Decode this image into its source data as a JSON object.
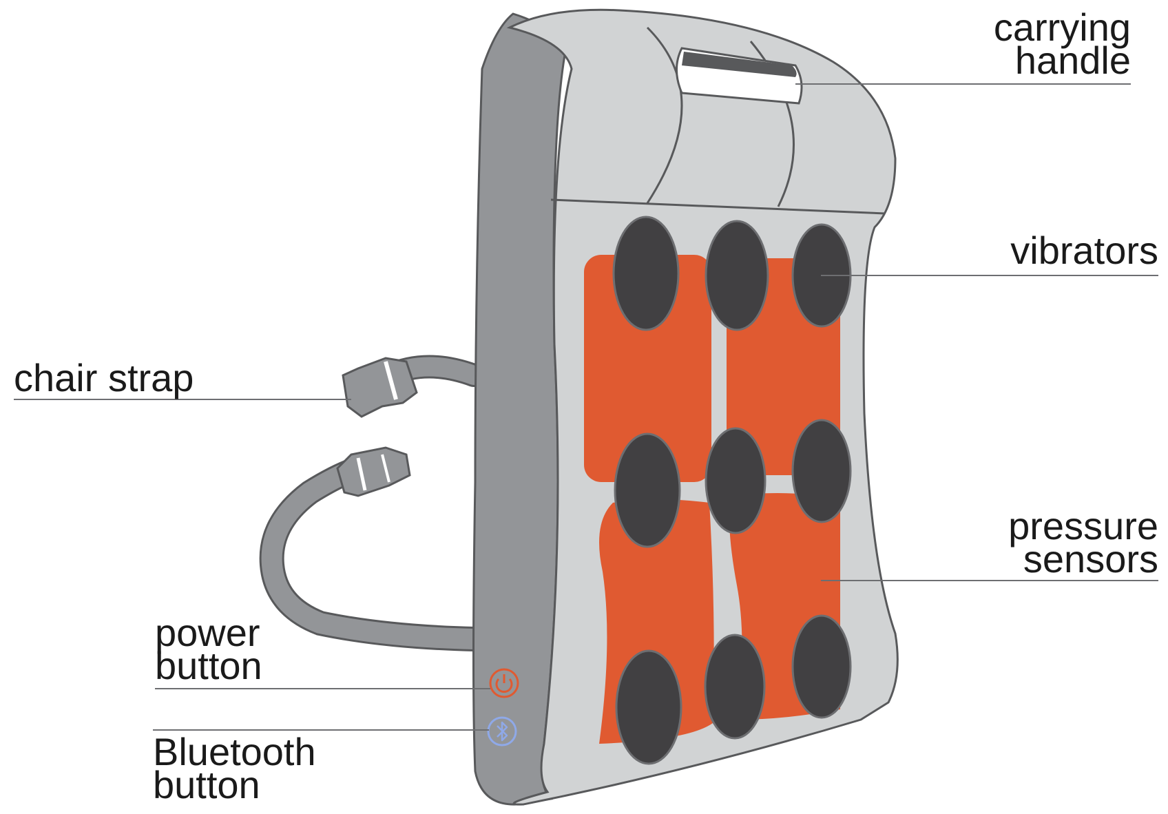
{
  "labels": {
    "carrying_handle": [
      "carrying",
      "handle"
    ],
    "vibrators": "vibrators",
    "chair_strap": "chair strap",
    "pressure_sensors": [
      "pressure",
      "sensors"
    ],
    "power_button": [
      "power",
      "button"
    ],
    "bluetooth_button": [
      "Bluetooth",
      "button"
    ]
  },
  "colors": {
    "body_light": "#d1d3d4",
    "body_dark": "#939598",
    "outline": "#58595b",
    "vibrator": "#414042",
    "pressure_sensor": "#e05a31",
    "power_icon": "#e05a31",
    "bluetooth_icon": "#8fa9e8",
    "leader_line": "#6d6e71"
  },
  "icons": {
    "power": "power-icon",
    "bluetooth": "bluetooth-icon"
  }
}
